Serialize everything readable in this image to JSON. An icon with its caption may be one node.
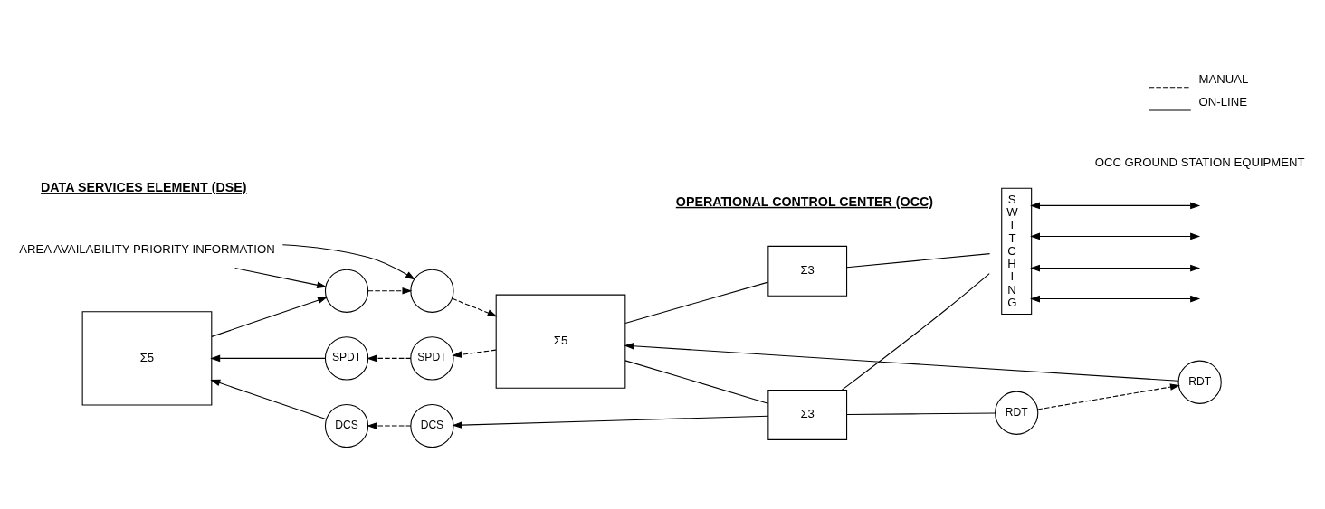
{
  "diagram": {
    "nodes": [
      {
        "text": [
          "Σ5"
        ]
      },
      {
        "text": [
          "SPDT"
        ]
      },
      {
        "text": [],
        "shape": "circle"
      },
      {
        "text": [
          "DCS"
        ]
      },
      {
        "text": [
          "SPDT"
        ]
      },
      {
        "text": [],
        "shape": "circle"
      },
      {
        "text": [
          "DCS"
        ]
      },
      {
        "text": [
          "Σ5"
        ]
      },
      {
        "text": [
          "Σ3"
        ]
      },
      {
        "text": [
          "Σ3"
        ]
      },
      {
        "text": [
          "RDT"
        ]
      },
      {
        "text": [
          "RDT"
        ]
      },
      {
        "text": [
          "SWITCHING"
        ]
      },
      {
        "text": [
          "OCC GROUND STATION EQUIPMENT"
        ]
      },
      {
        "text": [
          "AREA AVAILABILITY PRIORITY INFORMATION"
        ]
      }
    ],
    "edges": [
      {
        "from": 1,
        "to": 0,
        "arrow": "to"
      },
      {
        "from": 4,
        "to": 1,
        "arrow": "to",
        "style": "dashed"
      },
      {
        "from": 7,
        "to": 4,
        "arrow": "to",
        "style": "dashed"
      },
      {
        "from": 0,
        "to": 2,
        "arrow": "to"
      },
      {
        "from": 2,
        "to": 5,
        "arrow": "to",
        "style": "dashed"
      },
      {
        "from": 5,
        "to": 7,
        "arrow": "to",
        "style": "dashed"
      },
      {
        "from": 3,
        "to": 0,
        "arrow": "to"
      },
      {
        "from": 6,
        "to": 3,
        "arrow": "to",
        "style": "dashed"
      },
      {
        "from": 9,
        "to": 6,
        "arrow": "to"
      },
      {
        "from": 7,
        "to": 8,
        "arrow": "none"
      },
      {
        "from": 7,
        "to": 9,
        "arrow": "none"
      },
      {
        "from": 8,
        "to": 12,
        "arrow": "none"
      },
      {
        "from": 9,
        "to": 12,
        "arrow": "none"
      },
      {
        "from": 10,
        "to": 7,
        "arrow": "to"
      },
      {
        "from": 11,
        "to": 10,
        "arrow": "to",
        "style": "dashed"
      },
      {
        "from": 9,
        "to": 11,
        "arrow": "none"
      },
      {
        "from": 12,
        "to": null,
        "arrow": "both"
      },
      {
        "from": 12,
        "to": null,
        "arrow": "both"
      },
      {
        "from": 12,
        "to": null,
        "arrow": "both"
      },
      {
        "from": 12,
        "to": null,
        "arrow": "both"
      },
      {
        "from": 14,
        "to": 2,
        "arrow": "to"
      },
      {
        "from": 14,
        "to": 5,
        "arrow": "to"
      }
    ],
    "labels": [
      "DATA SERVICES ELEMENT (DSE)",
      "OPERATIONAL CONTROL CENTER (OCC)"
    ],
    "legend": [
      {
        "text": "MANUAL"
      },
      {
        "text": "ON-LINE"
      }
    ]
  }
}
